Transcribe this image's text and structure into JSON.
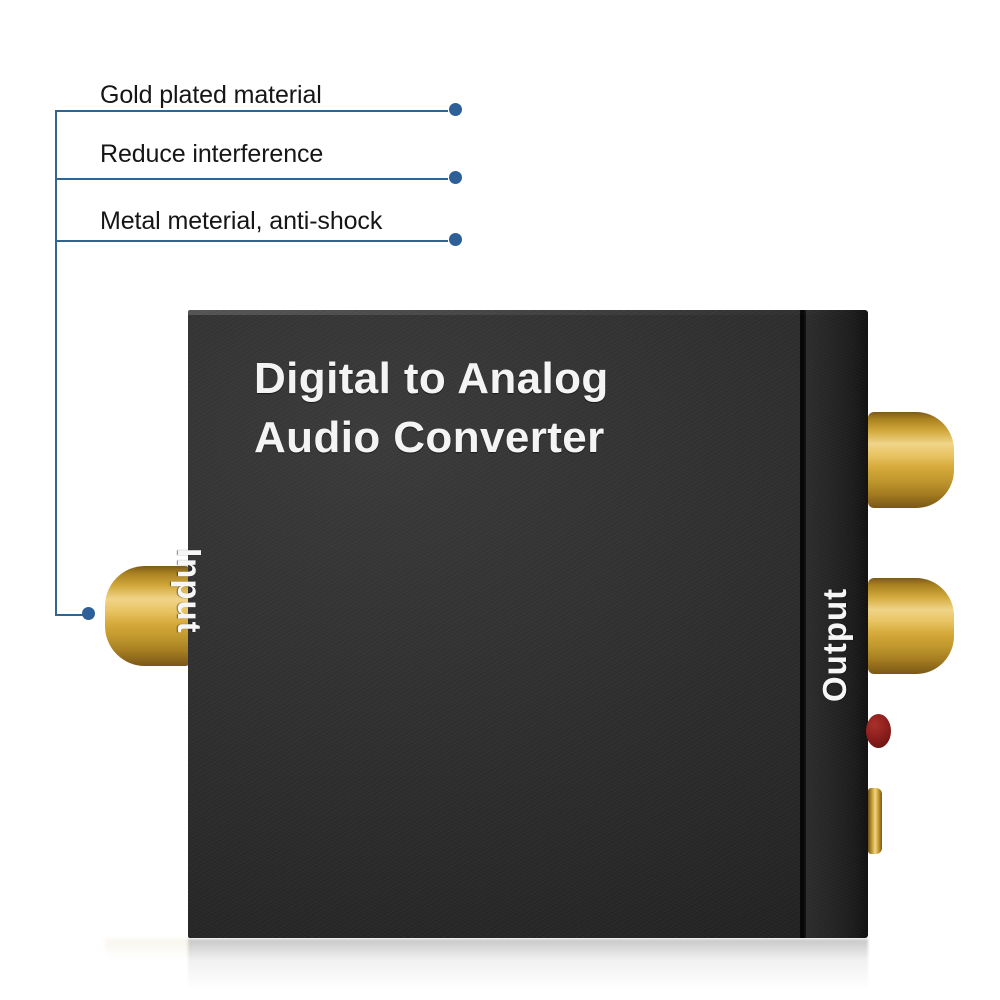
{
  "image": {
    "subject": "Digital to Analog Audio Converter product photo with feature callouts",
    "background_color": "#ffffff"
  },
  "callouts": {
    "line_color": "#2f6590",
    "dot_color": "#2d6099",
    "items": [
      {
        "label": "Gold plated material",
        "target": "top-right-rca-connector"
      },
      {
        "label": "Reduce interference",
        "target": "middle-right-rca-connector"
      },
      {
        "label": "Metal meterial,  anti-shock",
        "target": "bottom-right-rca-connector"
      },
      {
        "label": "",
        "target": "left-input-connector"
      }
    ]
  },
  "device": {
    "brand_line_1": "Digital to Analog",
    "brand_line_2": "Audio Converter",
    "input_label": "Input",
    "output_label": "Output",
    "body_color": "#262626",
    "text_color": "#f4f4f4",
    "gold_color": "#d5a93a",
    "red_color": "#8e1f1d"
  }
}
